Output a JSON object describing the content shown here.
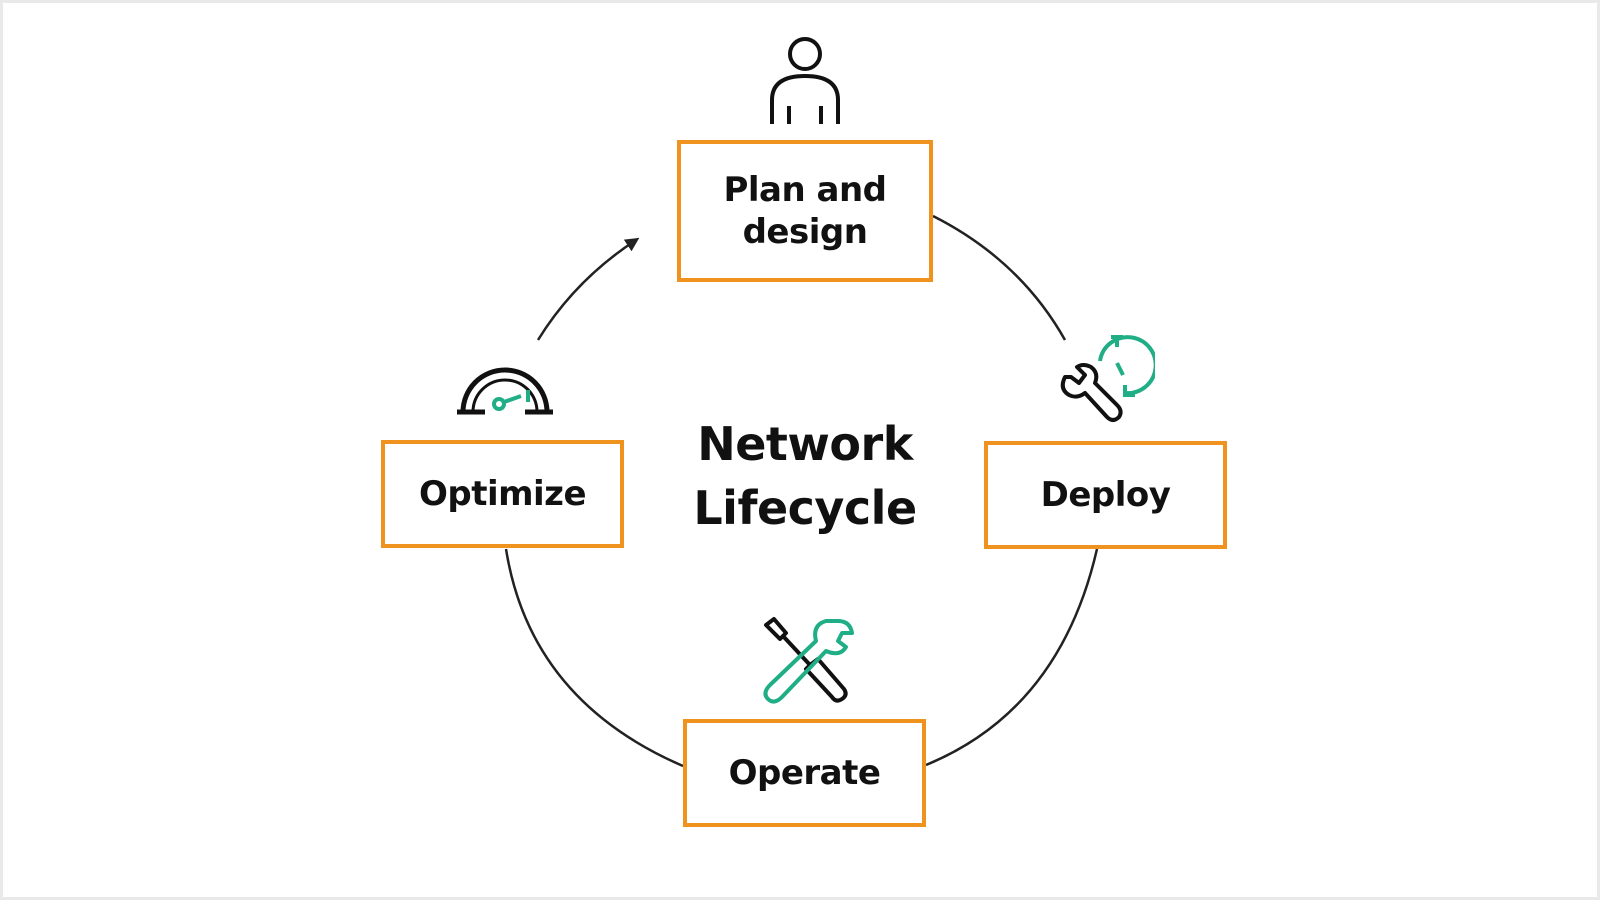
{
  "diagram": {
    "title_line1": "Network",
    "title_line2": "Lifecycle",
    "stages": [
      {
        "id": "plan",
        "label": "Plan and\ndesign",
        "icon": "person-icon"
      },
      {
        "id": "deploy",
        "label": "Deploy",
        "icon": "wrench-timer-icon"
      },
      {
        "id": "operate",
        "label": "Operate",
        "icon": "screwdriver-wrench-icon"
      },
      {
        "id": "optimize",
        "label": "Optimize",
        "icon": "speedometer-gauge-icon"
      }
    ],
    "flow": "clockwise",
    "colors": {
      "box_border": "#f0921e",
      "text": "#111111",
      "line": "#222222",
      "accent_green": "#1fae85"
    }
  }
}
